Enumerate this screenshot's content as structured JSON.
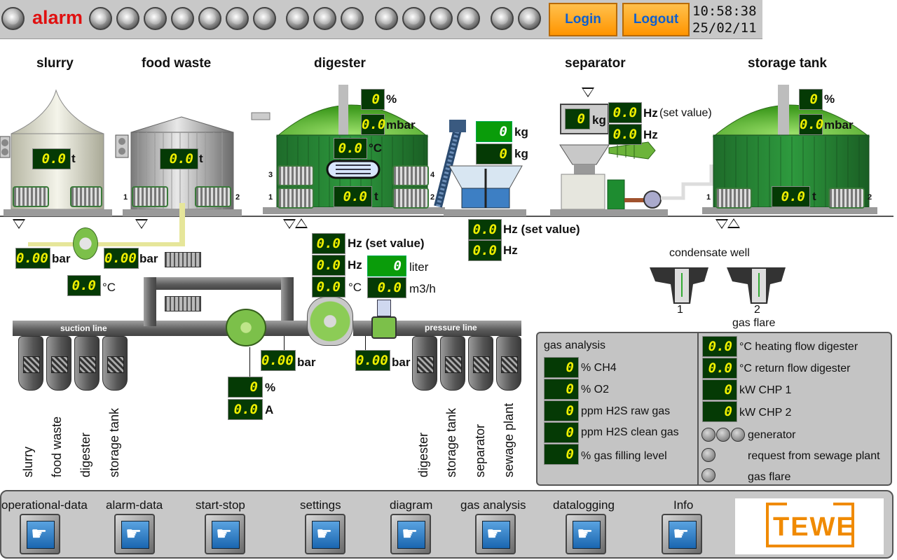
{
  "topbar": {
    "alarm_label": "alarm",
    "login_label": "Login",
    "logout_label": "Logout",
    "time": "10:58:38",
    "date": "25/02/11"
  },
  "sections": {
    "slurry": "slurry",
    "food_waste": "food waste",
    "digester": "digester",
    "separator": "separator",
    "storage_tank": "storage tank"
  },
  "slurry": {
    "weight": "0.0",
    "unit_t": "t"
  },
  "food_waste": {
    "weight": "0.0",
    "unit_t": "t",
    "num_1": "1",
    "num_2": "2"
  },
  "digester": {
    "level": "0",
    "level_unit": "%",
    "pressure": "0.0",
    "pressure_unit": "mbar",
    "temp": "0.0",
    "temp_unit": "°C",
    "weight": "0.0",
    "weight_unit": "t",
    "num_3": "3",
    "num_4": "4",
    "num_1": "1",
    "num_2": "2"
  },
  "feeder": {
    "kg1": "0",
    "kg1_unit": "kg",
    "kg2": "0",
    "kg2_unit": "kg",
    "hz_set": "0.0",
    "hz_set_unit": "Hz (set value)",
    "hz": "0.0",
    "hz_unit": "Hz"
  },
  "separator": {
    "kg": "0",
    "kg_unit": "kg",
    "hz_set": "0.0",
    "hz_set_unit": "Hz",
    "hz_set_suffix": "(set value)",
    "hz": "0.0",
    "hz_unit": "Hz"
  },
  "storage_tank": {
    "level": "0",
    "level_unit": "%",
    "pressure": "0.0",
    "pressure_unit": "mbar",
    "weight": "0.0",
    "weight_unit": "t",
    "num_1": "1",
    "num_2": "2"
  },
  "suction": {
    "bar1": "0.00",
    "bar1_unit": "bar",
    "bar2": "0.00",
    "bar2_unit": "bar",
    "temp": "0.0",
    "temp_unit": "°C",
    "line_label": "suction line"
  },
  "main_pump": {
    "hz_set": "0.0",
    "hz_set_unit": "Hz (set value)",
    "hz": "0.0",
    "hz_unit": "Hz",
    "temp": "0.0",
    "temp_unit": "°C",
    "liter": "0",
    "liter_unit": "liter",
    "flow": "0.0",
    "flow_unit": "m3/h",
    "bar_left": "0.00",
    "bar_left_unit": "bar",
    "bar_right": "0.00",
    "bar_right_unit": "bar",
    "pct": "0",
    "pct_unit": "%",
    "amp": "0.0",
    "amp_unit": "A"
  },
  "pressure_line": {
    "line_label": "pressure line"
  },
  "suction_outlets": [
    "slurry",
    "food waste",
    "digester",
    "storage tank"
  ],
  "pressure_outlets": [
    "digester",
    "storage tank",
    "separator",
    "sewage plant"
  ],
  "condensate": {
    "title": "condensate well",
    "num_1": "1",
    "num_2": "2",
    "gas_flare": "gas flare"
  },
  "gas_panel": {
    "title": "gas analysis",
    "rows": [
      {
        "value": "0",
        "label": "% CH4"
      },
      {
        "value": "0",
        "label": "% O2"
      },
      {
        "value": "0",
        "label": "ppm H2S raw gas"
      },
      {
        "value": "0",
        "label": "ppm H2S clean gas"
      },
      {
        "value": "0",
        "label": "% gas filling level"
      }
    ],
    "right_rows": [
      {
        "value": "0.0",
        "label": "°C heating flow digester"
      },
      {
        "value": "0.0",
        "label": "°C return flow digester"
      },
      {
        "value": "0",
        "label": "kW CHP 1"
      },
      {
        "value": "0",
        "label": "kW CHP 2"
      }
    ],
    "status": {
      "generator": "generator",
      "request": "request from sewage plant",
      "gas_flare": "gas flare"
    }
  },
  "nav": [
    {
      "label": "operational-data"
    },
    {
      "label": "alarm-data"
    },
    {
      "label": "start-stop"
    },
    {
      "label": "settings"
    },
    {
      "label": "diagram"
    },
    {
      "label": "gas analysis"
    },
    {
      "label": "datalogging"
    },
    {
      "label": "Info"
    }
  ],
  "logo": {
    "text": "TEWE",
    "color": "#f08a00"
  }
}
